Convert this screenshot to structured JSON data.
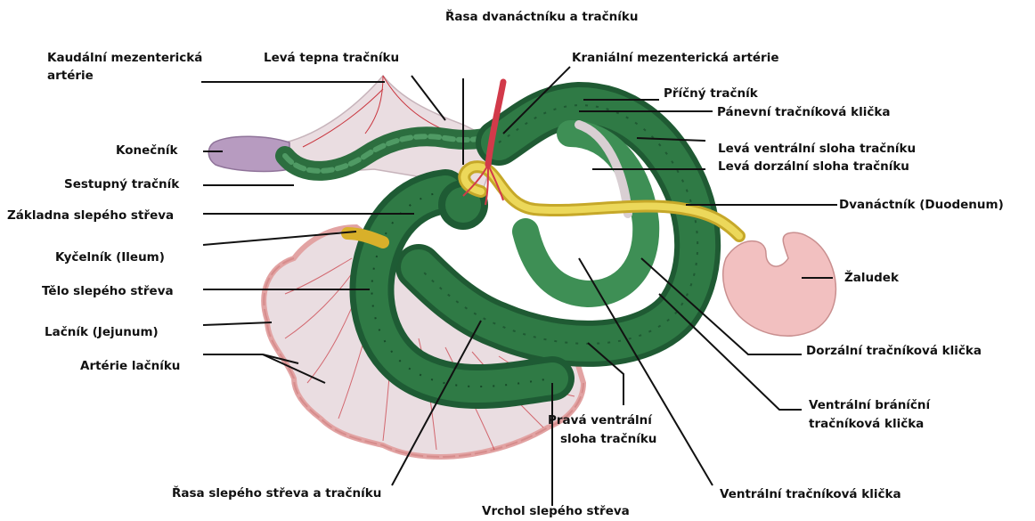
{
  "labels": {
    "rasa_dvanactniku": "Řasa dvanáctníku a tračníku",
    "kaudalni": "Kaudální mezenterická",
    "kaudalni_2": "artérie",
    "leva_tepna": "Levá tepna tračníku",
    "kranialni": "Kraniální mezenterická artérie",
    "pricny": "Příčný tračník",
    "panevni": "Pánevní tračníková klička",
    "konecnik": "Konečník",
    "leva_ventralni": "Levá ventrální sloha tračníku",
    "leva_dorzalni": "Levá dorzální sloha tračníku",
    "sestupny": "Sestupný tračník",
    "dvanactnik": "Dvanáctník (Duodenum)",
    "zakladna": "Základna slepého střeva",
    "kycelnik": "Kyčelník (Ileum)",
    "zaludek": "Žaludek",
    "telo": "Tělo slepého střeva",
    "lacnik": "Lačník (Jejunum)",
    "dorzalni_klicka": "Dorzální tračníková klička",
    "arterie_lacniku": "Artérie lačníku",
    "ventralni_branicni": "Ventrální bráníční",
    "ventralni_branicni_2": "tračníková klička",
    "prava_ventralni": "Pravá ventrální",
    "prava_ventralni_2": "sloha tračníku",
    "rasa_slepeho": "Řasa slepého střeva a tračníku",
    "ventralni_klicka": "Ventrální tračníková klička",
    "vrchol": "Vrchol slepého střeva"
  },
  "colors": {
    "colon_dark": "#1f5a33",
    "colon_mid": "#2f7a45",
    "colon_light": "#3e8f55",
    "mesentery": "#ecdfe3",
    "mesentery_edge": "#e2a3a3",
    "vessel": "#d23a4a",
    "duodenum": "#d8c23a",
    "stomach": "#f2c0c0",
    "rectum": "#b79bc0"
  }
}
